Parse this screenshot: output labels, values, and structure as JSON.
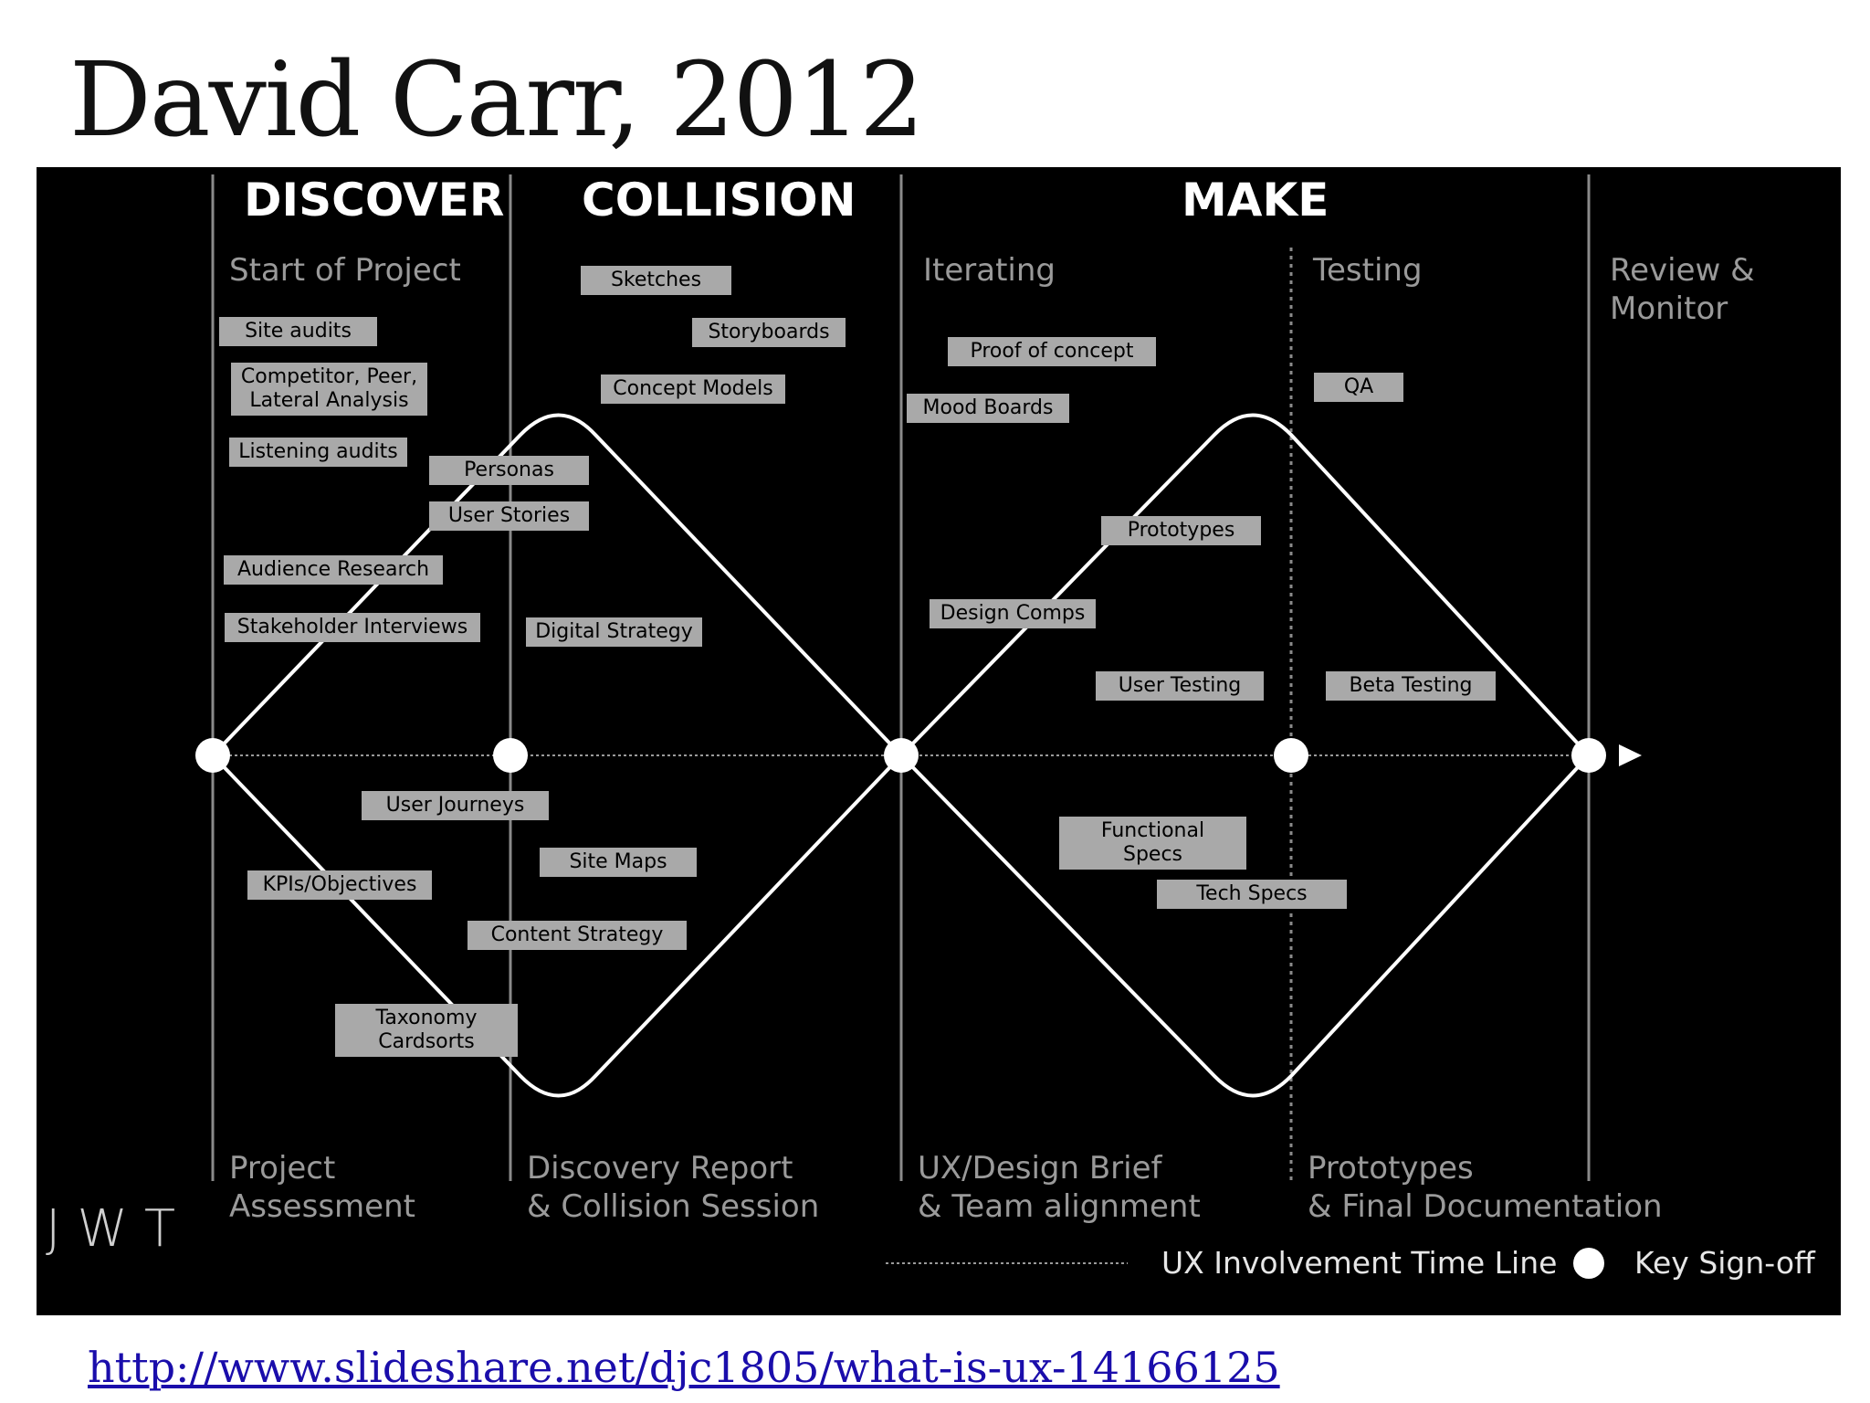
{
  "title": "David Carr, 2012",
  "phases": [
    "DISCOVER",
    "COLLISION",
    "MAKE"
  ],
  "stages": {
    "start": "Start of Project",
    "iterating": "Iterating",
    "testing": "Testing",
    "review": "Review &\nMonitor"
  },
  "tags": [
    "Site audits",
    "Competitor, Peer,\nLateral Analysis",
    "Listening audits",
    "Personas",
    "User Stories",
    "Audience Research",
    "Stakeholder Interviews",
    "Sketches",
    "Storyboards",
    "Concept Models",
    "Digital Strategy",
    "User Journeys",
    "KPIs/Objectives",
    "Site Maps",
    "Content Strategy",
    "Taxonomy Cardsorts",
    "Proof of concept",
    "Mood Boards",
    "QA",
    "Prototypes",
    "Design Comps",
    "User Testing",
    "Beta Testing",
    "Functional Specs",
    "Tech Specs"
  ],
  "deliverables": [
    "Project\nAssessment",
    "Discovery Report\n& Collision Session",
    "UX/Design Brief\n& Team alignment",
    "Prototypes\n& Final Documentation"
  ],
  "logo": "JWT",
  "legend": {
    "timeline": "UX Involvement Time Line",
    "signoff": "Key Sign-off"
  },
  "colors": {
    "background": "#000000",
    "tag_fill": "#a9a9a9",
    "line": "#ffffff",
    "muted_text": "#9a9a9a"
  },
  "source_url": "http://www.slideshare.net/djc1805/what-is-ux-14166125"
}
